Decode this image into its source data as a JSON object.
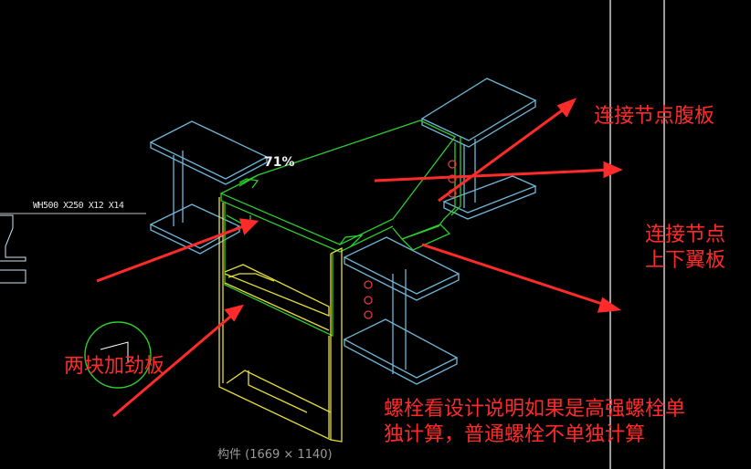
{
  "labels": {
    "web_plate": "连接节点腹板",
    "flange_line1": "连接节点",
    "flange_line2": "上下翼板",
    "stiffeners": "两块加劲板",
    "bolt_note_line1": "螺栓看设计说明如果是高强螺栓单",
    "bolt_note_line2": "独计算，普通螺栓不单独计算"
  },
  "percent": "71%",
  "dimension_text": "WH500 X250 X12 X14",
  "caption": "构件 (1669 × 1140)",
  "colors": {
    "background": "#000000",
    "steel_blue": "#6fb6d8",
    "node_green": "#2ecc2e",
    "column_yellow": "#e6dc3a",
    "annotation_red": "#ff2a2a",
    "bolt_red": "#e03a3a",
    "guide_white": "#ffffff"
  }
}
